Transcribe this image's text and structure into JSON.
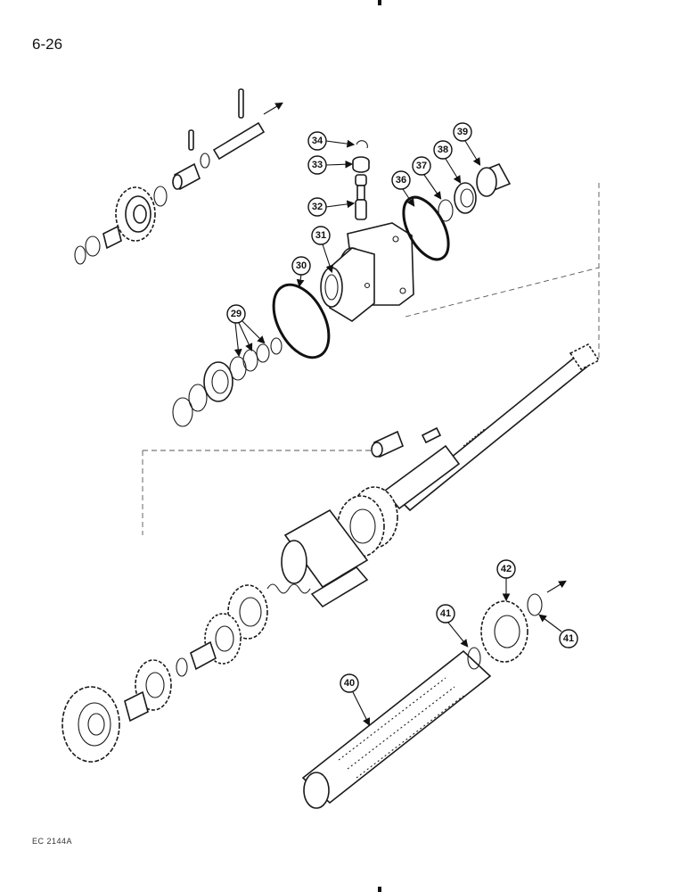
{
  "page": {
    "number": "6-26",
    "figure_code": "EC 2144A"
  },
  "callouts": [
    {
      "id": "c29",
      "label": "29"
    },
    {
      "id": "c30",
      "label": "30"
    },
    {
      "id": "c31",
      "label": "31"
    },
    {
      "id": "c32",
      "label": "32"
    },
    {
      "id": "c33",
      "label": "33"
    },
    {
      "id": "c34",
      "label": "34"
    },
    {
      "id": "c36",
      "label": "36"
    },
    {
      "id": "c37",
      "label": "37"
    },
    {
      "id": "c38",
      "label": "38"
    },
    {
      "id": "c39",
      "label": "39"
    },
    {
      "id": "c40",
      "label": "40"
    },
    {
      "id": "c41a",
      "label": "41"
    },
    {
      "id": "c41b",
      "label": "41"
    },
    {
      "id": "c42",
      "label": "42"
    }
  ]
}
